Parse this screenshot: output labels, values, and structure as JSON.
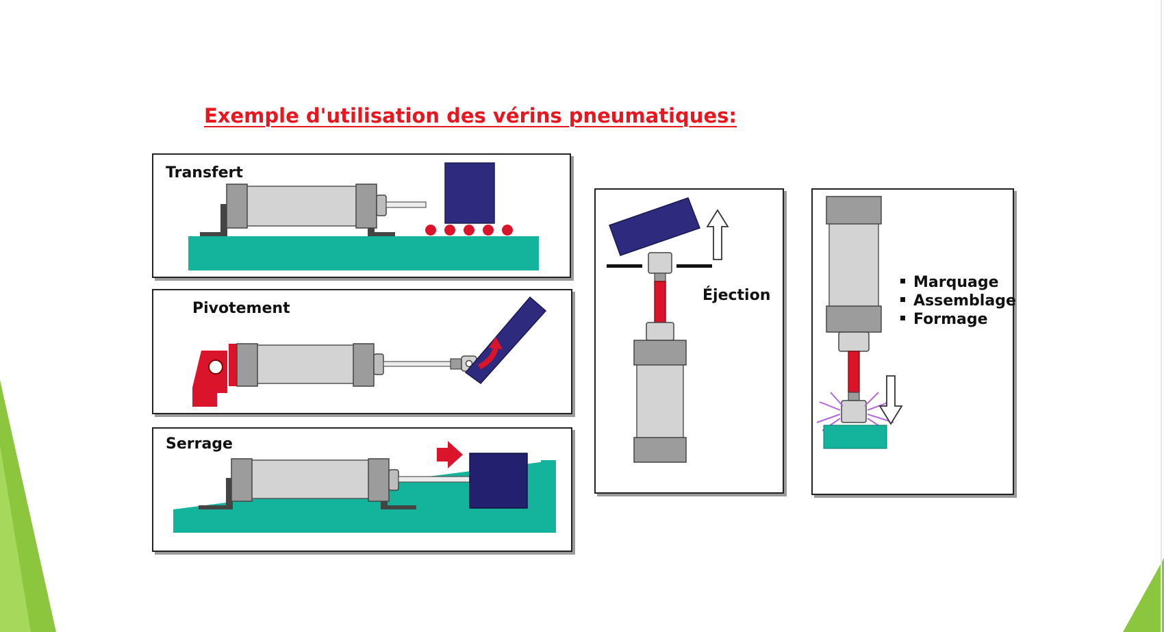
{
  "title": "Exemple d'utilisation des vérins pneumatiques:",
  "panels": {
    "transfert": "Transfert",
    "pivotement": "Pivotement",
    "serrage": "Serrage",
    "ejection": "Éjection"
  },
  "uses": [
    "Marquage",
    "Assemblage",
    "Formage"
  ],
  "colors": {
    "title": "#e8171f",
    "base": "#14b39b",
    "workpiece": "#2e2a7e",
    "rod_red": "#d9142b",
    "cylinder_gray": "#d3d3d3",
    "accent_green": "#8cc63f"
  }
}
